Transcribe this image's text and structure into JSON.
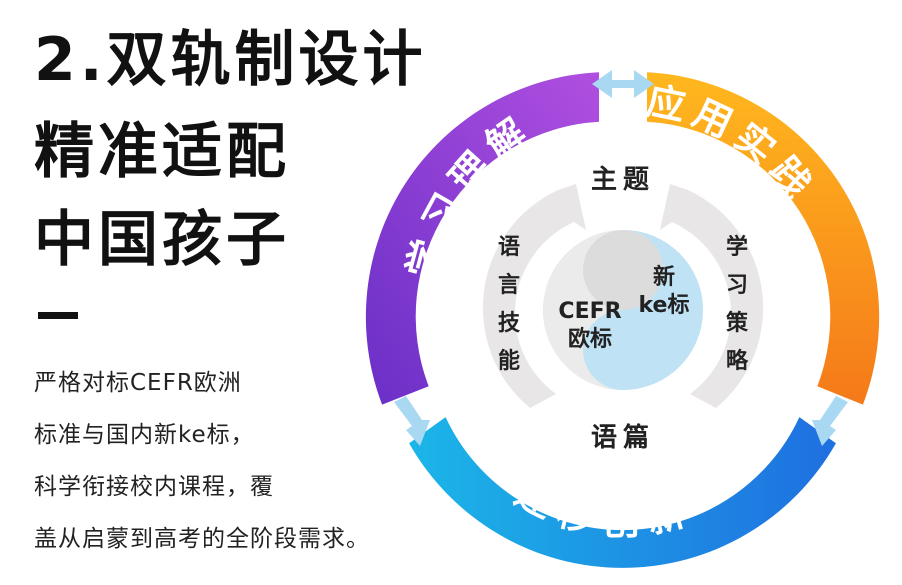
{
  "title": {
    "line1": "2.双轨制设计",
    "line2": "精准适配",
    "line3": "中国孩子"
  },
  "description": {
    "line1": "严格对标CEFR欧洲",
    "line2": "标准与国内新ke标，",
    "line3": "科学衔接校内课程，覆",
    "line4": "盖从启蒙到高考的全阶段需求。"
  },
  "diagram": {
    "ring": {
      "learn_understand": "学习理解",
      "apply_practice": "应用实践",
      "transfer_innovate": "迁移创新"
    },
    "inner": {
      "top": "主题",
      "bottom": "语篇",
      "left": "语言技能",
      "right": "学习策略"
    },
    "center": {
      "left_line1": "CEFR",
      "left_line2": "欧标",
      "right_line1": "新",
      "right_line2": "ke标"
    },
    "colors": {
      "purple": "#8a3fd9",
      "orange": "#f79a1c",
      "blue": "#1f8fe0",
      "light_blue": "#a9d8f2",
      "grey": "#e6e6e6"
    }
  }
}
